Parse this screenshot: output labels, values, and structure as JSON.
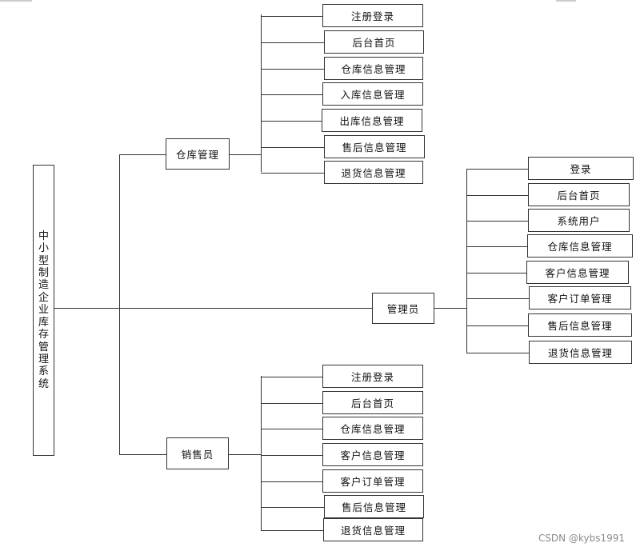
{
  "root": {
    "label": "中小型制造企业库存管理系统"
  },
  "branches": {
    "warehouse": {
      "label": "仓库管理",
      "items": [
        "注册登录",
        "后台首页",
        "仓库信息管理",
        "入库信息管理",
        "出库信息管理",
        "售后信息管理",
        "退货信息管理"
      ]
    },
    "admin": {
      "label": "管理员",
      "items": [
        "登录",
        "后台首页",
        "系统用户",
        "仓库信息管理",
        "客户信息管理",
        "客户订单管理",
        "售后信息管理",
        "退货信息管理"
      ]
    },
    "sales": {
      "label": "销售员",
      "items": [
        "注册登录",
        "后台首页",
        "仓库信息管理",
        "客户信息管理",
        "客户订单管理",
        "售后信息管理",
        "退货信息管理"
      ]
    }
  },
  "watermark": "CSDN @kybs1991"
}
